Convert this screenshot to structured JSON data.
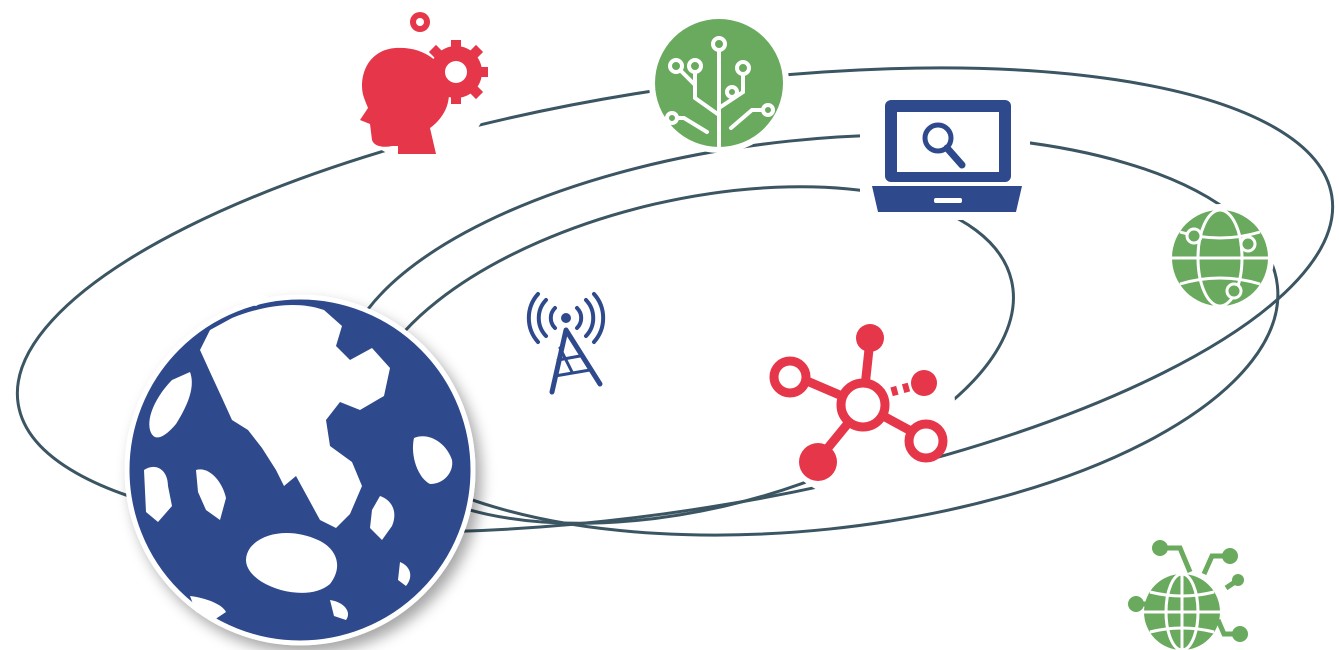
{
  "colors": {
    "background": "#ffffff",
    "orbit": "#3b5563",
    "navy": "#2e4a8c",
    "red": "#e6364a",
    "green": "#6aaa5e",
    "land": "#ffffff"
  },
  "nodes": [
    {
      "id": "brain-gears",
      "icon": "head-gears-icon",
      "color": "red"
    },
    {
      "id": "circuit-tree",
      "icon": "circuit-tree-icon",
      "color": "green"
    },
    {
      "id": "laptop-search",
      "icon": "laptop-search-icon",
      "color": "navy"
    },
    {
      "id": "network-globe",
      "icon": "network-globe-icon",
      "color": "green"
    },
    {
      "id": "radio-tower",
      "icon": "radio-tower-icon",
      "color": "navy"
    },
    {
      "id": "hub-network",
      "icon": "hub-network-icon",
      "color": "red"
    },
    {
      "id": "globe-circuit",
      "icon": "globe-circuit-icon",
      "color": "green"
    },
    {
      "id": "earth",
      "icon": "earth-globe-icon",
      "color": "navy"
    }
  ]
}
